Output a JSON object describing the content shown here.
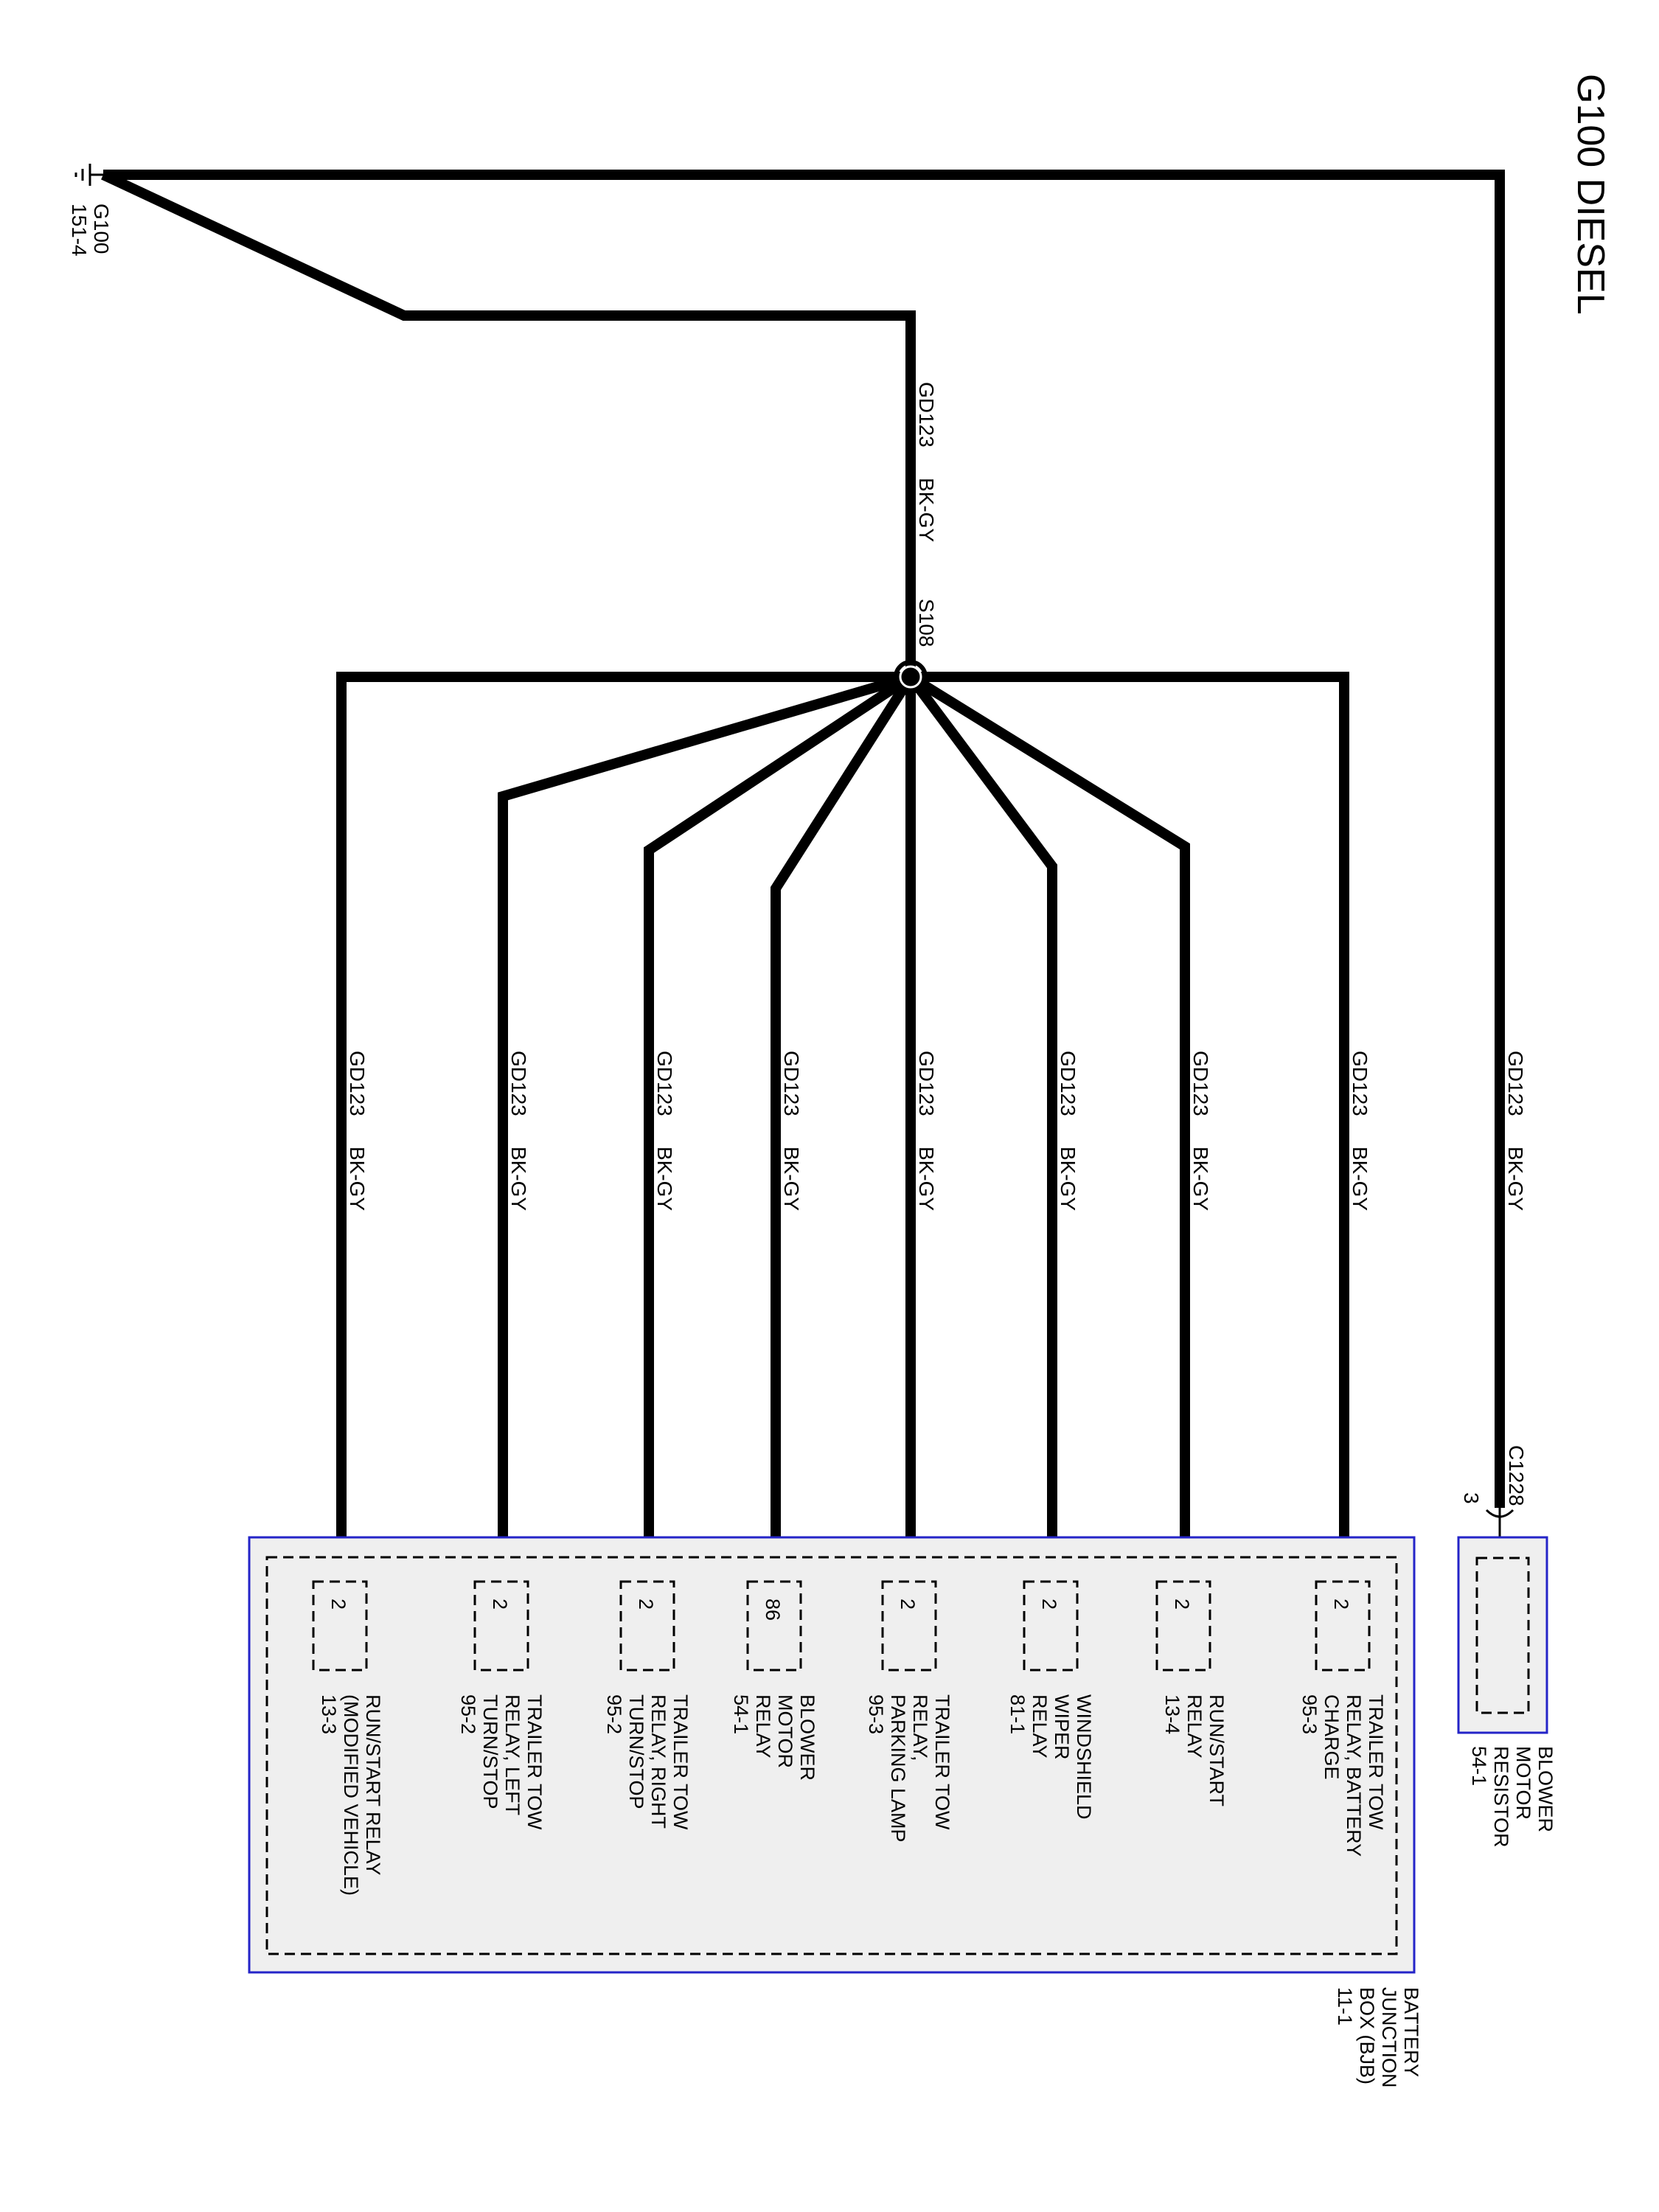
{
  "title": "G100 DIESEL",
  "ground": {
    "name": "G100",
    "ref": "151-4"
  },
  "splice": {
    "label": "S108"
  },
  "feed_wire": {
    "circuit": "GD123",
    "color": "BK-GY"
  },
  "resistor_wire": {
    "circuit": "GD123",
    "color": "BK-GY"
  },
  "connector": {
    "name": "C1228",
    "pin": "3"
  },
  "blower_resistor": {
    "lines": [
      "BLOWER",
      "MOTOR",
      "RESISTOR",
      "54-1"
    ]
  },
  "bjb": {
    "lines": [
      "BATTERY",
      "JUNCTION",
      "BOX (BJB)",
      "11-1"
    ]
  },
  "branches": [
    {
      "circuit": "GD123",
      "color": "BK-GY",
      "pin": "2",
      "lines": [
        "TRAILER TOW",
        "RELAY, BATTERY",
        "CHARGE",
        "95-3"
      ]
    },
    {
      "circuit": "GD123",
      "color": "BK-GY",
      "pin": "2",
      "lines": [
        "RUN/START",
        "RELAY",
        "13-4"
      ]
    },
    {
      "circuit": "GD123",
      "color": "BK-GY",
      "pin": "2",
      "lines": [
        "WINDSHIELD",
        "WIPER",
        "RELAY",
        "81-1"
      ]
    },
    {
      "circuit": "GD123",
      "color": "BK-GY",
      "pin": "2",
      "lines": [
        "TRAILER TOW",
        "RELAY,",
        "PARKING LAMP",
        "95-3"
      ]
    },
    {
      "circuit": "GD123",
      "color": "BK-GY",
      "pin": "86",
      "lines": [
        "BLOWER",
        "MOTOR",
        "RELAY",
        "54-1"
      ]
    },
    {
      "circuit": "GD123",
      "color": "BK-GY",
      "pin": "2",
      "lines": [
        "TRAILER TOW",
        "RELAY, RIGHT",
        "TURN/STOP",
        "95-2"
      ]
    },
    {
      "circuit": "GD123",
      "color": "BK-GY",
      "pin": "2",
      "lines": [
        "TRAILER TOW",
        "RELAY, LEFT",
        "TURN/STOP",
        "95-2"
      ]
    },
    {
      "circuit": "GD123",
      "color": "BK-GY",
      "pin": "2",
      "lines": [
        "RUN/START RELAY",
        "(MODIFIED VEHICLE)",
        "13-3"
      ]
    }
  ]
}
